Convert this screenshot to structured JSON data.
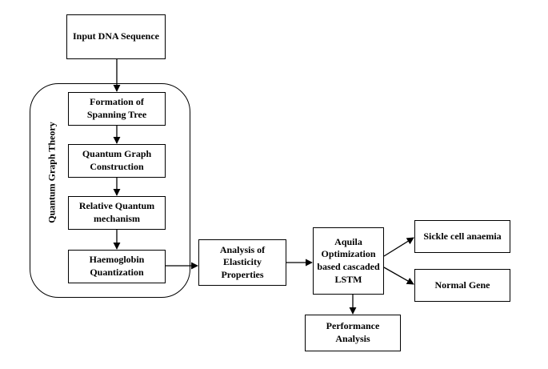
{
  "nodes": {
    "input": "Input DNA Sequence",
    "spanning_tree": "Formation of Spanning Tree",
    "qg_construction": "Quantum Graph Construction",
    "relative_quantum": "Relative Quantum mechanism",
    "haemoglobin": "Haemoglobin Quantization",
    "elasticity": "Analysis of Elasticity Properties",
    "aquila": "Aquila Optimization based cascaded LSTM",
    "sickle": "Sickle cell anaemia",
    "normal": "Normal Gene",
    "performance": "Performance Analysis"
  },
  "group": {
    "label": "Quantum Graph Theory"
  },
  "edges": [
    {
      "from": "input",
      "to": "spanning_tree"
    },
    {
      "from": "spanning_tree",
      "to": "qg_construction"
    },
    {
      "from": "qg_construction",
      "to": "relative_quantum"
    },
    {
      "from": "relative_quantum",
      "to": "haemoglobin"
    },
    {
      "from": "haemoglobin",
      "to": "elasticity"
    },
    {
      "from": "elasticity",
      "to": "aquila"
    },
    {
      "from": "aquila",
      "to": "sickle"
    },
    {
      "from": "aquila",
      "to": "normal"
    },
    {
      "from": "aquila",
      "to": "performance"
    }
  ]
}
